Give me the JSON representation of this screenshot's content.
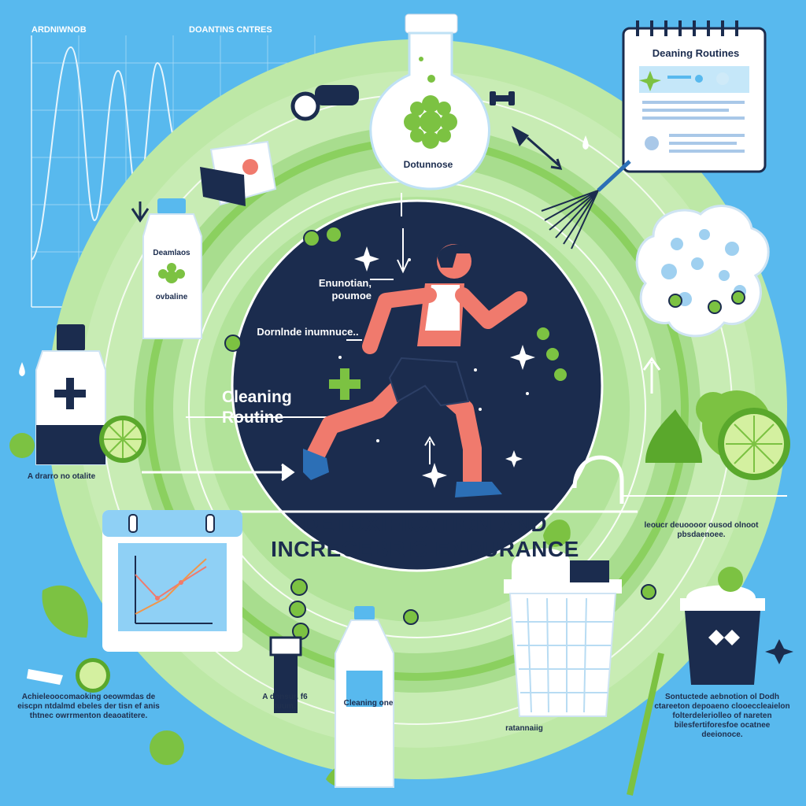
{
  "header": {
    "chart_label_left": "ARDNIWNOB",
    "chart_label_mid": "DOANTINS CNTRES"
  },
  "calendar_card": {
    "title": "Deaning Routines"
  },
  "flask": {
    "label": "Dotunnose"
  },
  "bottle_left": {
    "label_top": "Deamlaos",
    "label_bottom": "ovbaline"
  },
  "center": {
    "label_a": "Enunotian, poumoe",
    "label_b": "Dornlnde inumnuce..",
    "routine_label": "Cleaning Routine",
    "title": "DETOXIFICATION AND INCRECEBRIC ENDURANCE"
  },
  "bottle_bottom": {
    "label": "Cleaning one"
  },
  "notes": {
    "left": "A drarro no otalite",
    "right": "leoucr deuoooor ousod olnoot pbsdaenoee.",
    "bottom_left": "Achieleoocomaoking oeowmdas de eiscpn ntdalmd ebeles der tisn ef anis thtnec owrrmenton deaoatitere.",
    "bottom_mid": "A donsur. f6 tuum.",
    "bottom_bin": "ratannaiig",
    "bottom_right": "Sontuctede aebnotion ol Dodh ctareeton depoaeno clooeccleaielon folterdeleriolleo of nareten bilesfertiforesfoe ocatnee deeionoce."
  },
  "colors": {
    "sky": "#58b9ee",
    "ring_light": "#c8ecb4",
    "ring_mid": "#a8dd8e",
    "core": "#1b2c4e",
    "lime": "#7cc242",
    "runner_skin": "#f07a6d",
    "white": "#ffffff"
  },
  "icons": [
    "running-person-icon",
    "flask-icon",
    "spray-bottle-icon",
    "calendar-chart-icon",
    "trash-bin-icon",
    "lime-icon",
    "leaf-icon",
    "sparkle-icon",
    "broom-icon",
    "dumbbell-icon",
    "stopwatch-icon",
    "laundry-basket-icon"
  ]
}
